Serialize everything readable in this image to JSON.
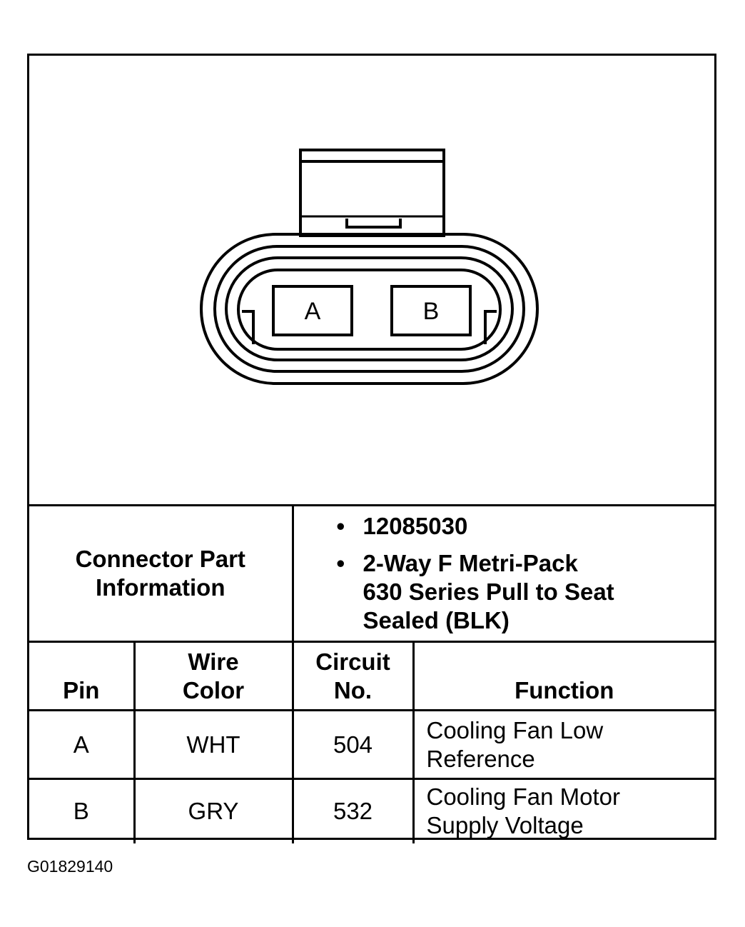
{
  "connector": {
    "pins": [
      {
        "label": "A"
      },
      {
        "label": "B"
      }
    ]
  },
  "part_info": {
    "label_line1": "Connector Part",
    "label_line2": "Information",
    "bullet": "•",
    "items": [
      {
        "lines": [
          "12085030"
        ]
      },
      {
        "lines": [
          "2-Way F Metri-Pack",
          "630 Series Pull to Seat",
          "Sealed (BLK)"
        ]
      }
    ]
  },
  "table": {
    "headers": {
      "pin": "Pin",
      "wire_color_line1": "Wire",
      "wire_color_line2": "Color",
      "circuit_line1": "Circuit",
      "circuit_line2": "No.",
      "function": "Function"
    },
    "rows": [
      {
        "pin": "A",
        "wire_color": "WHT",
        "circuit": "504",
        "function_line1": "Cooling Fan Low",
        "function_line2": "Reference"
      },
      {
        "pin": "B",
        "wire_color": "GRY",
        "circuit": "532",
        "function_line1": "Cooling Fan Motor",
        "function_line2": "Supply Voltage"
      }
    ]
  },
  "figure_id": "G01829140"
}
